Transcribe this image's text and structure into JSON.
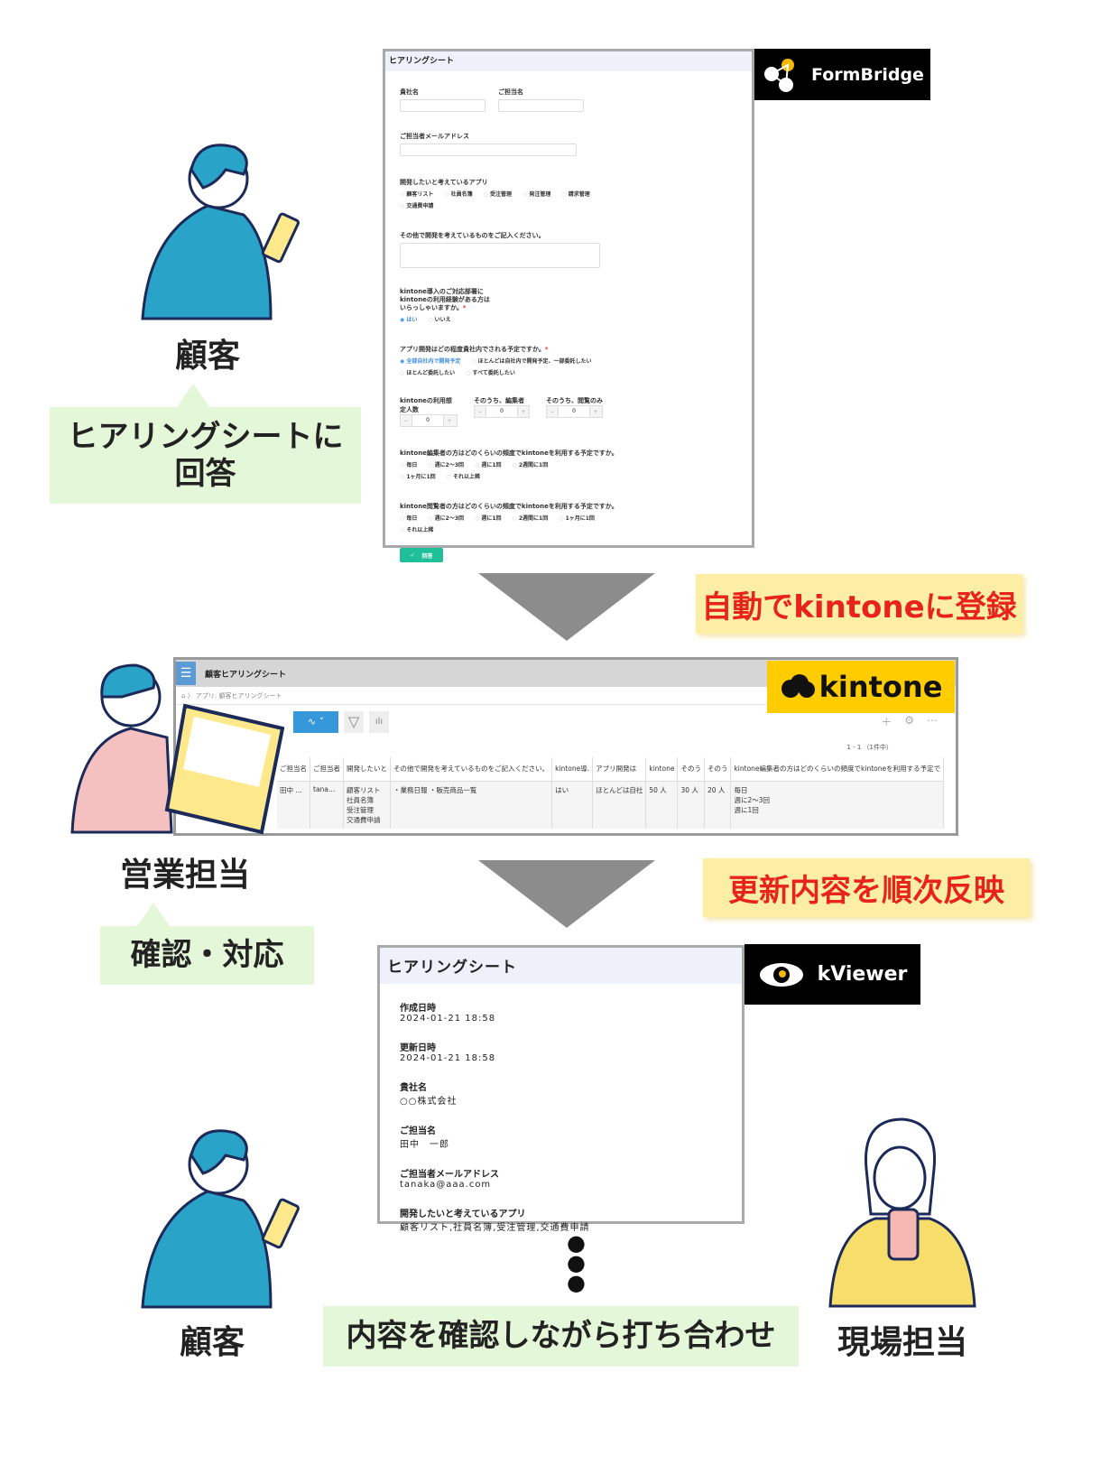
{
  "labels": {
    "customer_top": "顧客",
    "sales": "営業担当",
    "customer_bottom": "顧客",
    "field": "現場担当"
  },
  "steps": {
    "answer": "ヒアリングシートに\n回答",
    "auto_register": "自動でkintoneに登録",
    "confirm": "確認・対応",
    "reflect": "更新内容を順次反映",
    "meeting": "内容を確認しながら打ち合わせ"
  },
  "logos": {
    "formbridge": "FormBridge",
    "kintone": "kintone",
    "kviewer": "kViewer"
  },
  "form": {
    "title": "ヒアリングシート",
    "company_label": "貴社名",
    "person_label": "ご担当名",
    "email_label": "ご担当者メールアドレス",
    "apps_label": "開発したいと考えているアプリ",
    "apps_options": [
      "顧客リスト",
      "社員名簿",
      "受注管理",
      "発注管理",
      "請求管理",
      "交通費申請"
    ],
    "other_label": "その他で開発を考えているものをご記入ください。",
    "experience_label": "kintone導入のご対応部署に kintoneの利用経験がある方は いらっしゃいますか。",
    "experience_options": [
      "はい",
      "いいえ"
    ],
    "experience_selected": "はい",
    "dev_label": "アプリ開発はどの程度貴社内でされる予定ですか。",
    "dev_options": [
      "全部自社内で開発予定",
      "ほとんどは自社内で開発予定、一部委託したい",
      "ほとんど委託したい",
      "すべて委託したい"
    ],
    "dev_selected": "全部自社内で開発予定",
    "users_label": "kintoneの利用想定人数",
    "editors_label": "そのうち、編集者",
    "viewers_label": "そのうち、閲覧のみ",
    "users_value": "0",
    "editors_value": "0",
    "viewers_value": "0",
    "editor_freq_label": "kintone編集者の方はどのくらいの頻度でkintoneを利用する予定ですか。",
    "editor_freq_options": [
      "毎日",
      "週に2〜3回",
      "週に1回",
      "2週間に1回",
      "1ヶ月に1回",
      "それ以上稀"
    ],
    "viewer_freq_label": "kintone閲覧者の方はどのくらいの頻度でkintoneを利用する予定ですか。",
    "viewer_freq_options": [
      "毎日",
      "週に2〜3回",
      "週に1回",
      "2週間に1回",
      "1ヶ月に1回",
      "それ以上稀"
    ],
    "submit": "回答"
  },
  "kintone": {
    "app_title": "顧客ヒアリングシート",
    "breadcrumb": "アプリ: 顧客ヒアリングシート",
    "count": "1 - 1 （1件中）",
    "headers": [
      "ご担当名",
      "ご担当者",
      "開発したいと",
      "その他で開発を考えているものをご記入ください。",
      "kintone導.",
      "アプリ開発は",
      "kintone",
      "そのう",
      "そのう",
      "kintone編集者の方はどのくらいの頻度でkintoneを利用する予定で"
    ],
    "row": [
      "田中 …",
      "tana…",
      "顧客リスト\n社員名簿\n受注管理\n交通費申請",
      "・業務日報 ・販売商品一覧",
      "はい",
      "ほとんどは自社",
      "50 人",
      "30 人",
      "20 人",
      "毎日\n週に2〜3回\n週に1回"
    ]
  },
  "kviewer": {
    "title": "ヒアリングシート",
    "fields": [
      {
        "label": "作成日時",
        "value": "2024-01-21 18:58"
      },
      {
        "label": "更新日時",
        "value": "2024-01-21 18:58"
      },
      {
        "label": "貴社名",
        "value": "○○株式会社"
      },
      {
        "label": "ご担当名",
        "value": "田中　一郎"
      },
      {
        "label": "ご担当者メールアドレス",
        "value": "tanaka@aaa.com"
      },
      {
        "label": "開発したいと考えているアプリ",
        "value": "顧客リスト,社員名簿,受注管理,交通費申請"
      }
    ]
  },
  "colors": {
    "green_box": "#e4f7d8",
    "yellow_box": "#fdeea6",
    "red_text": "#e8231c",
    "kintone_yellow": "#ffcc00",
    "arrow": "#8c8c8c",
    "person_blue": "#2aa3c8"
  }
}
